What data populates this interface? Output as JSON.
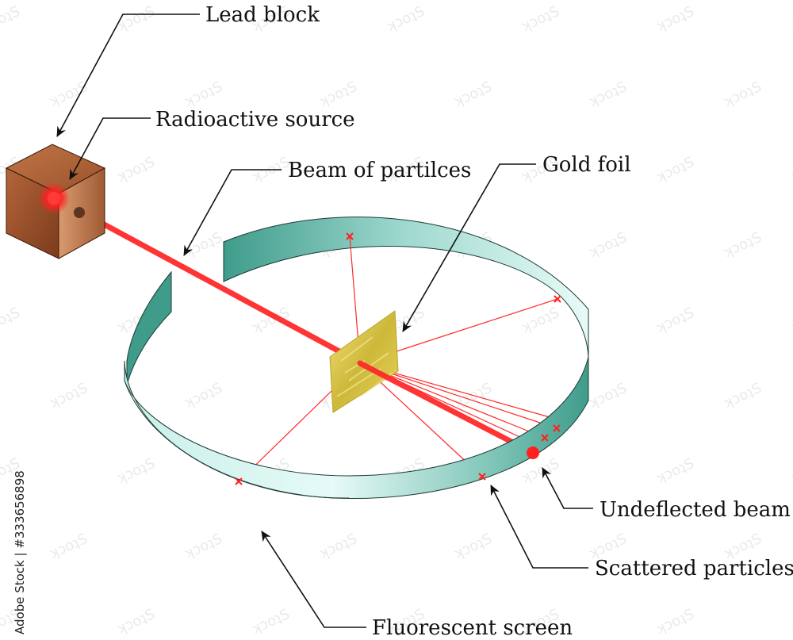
{
  "labels": {
    "lead_block": "Lead block",
    "radioactive_source": "Radioactive source",
    "beam": "Beam of partilces",
    "gold_foil": "Gold foil",
    "undeflected_beam": "Undeflected beam",
    "scattered_particles": "Scattered particles",
    "fluorescent_screen": "Fluorescent screen"
  },
  "credit": "Adobe Stock | #333656898",
  "watermark": "ʞɔoʇS",
  "colors": {
    "beam": "#ff2a2a",
    "screen_light": "#dff7f3",
    "screen_dark": "#3f9c8b",
    "block": "#a0522d",
    "foil": "#d9c84a"
  }
}
